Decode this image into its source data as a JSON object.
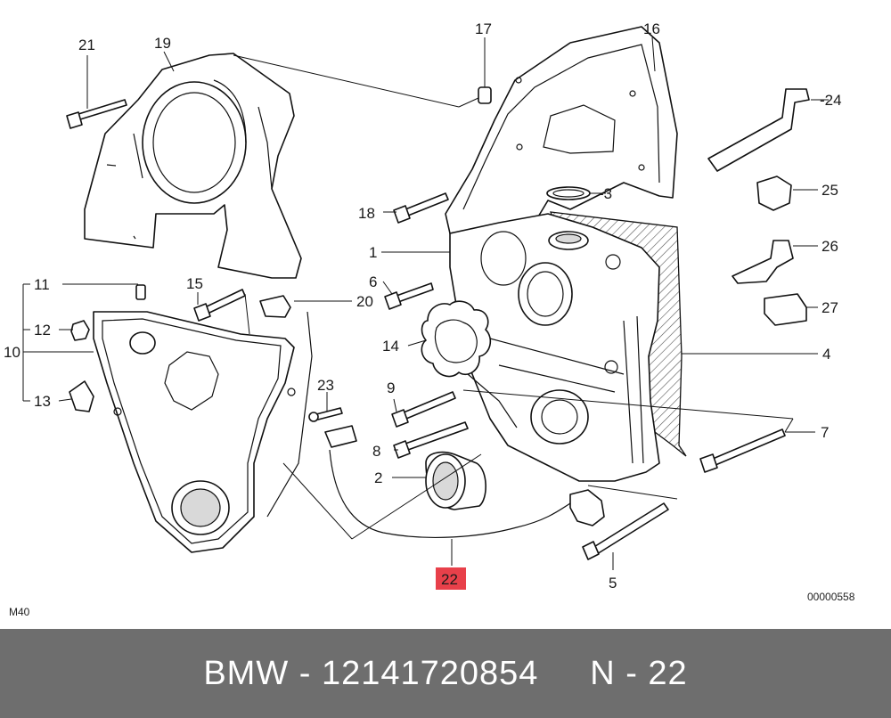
{
  "diagram": {
    "callouts": [
      {
        "id": "21",
        "text": "21"
      },
      {
        "id": "19",
        "text": "19"
      },
      {
        "id": "17",
        "text": "17"
      },
      {
        "id": "16",
        "text": "16"
      },
      {
        "id": "24",
        "text": "-24"
      },
      {
        "id": "25",
        "text": "25"
      },
      {
        "id": "3",
        "text": "-3"
      },
      {
        "id": "18",
        "text": "18"
      },
      {
        "id": "26",
        "text": "26"
      },
      {
        "id": "1",
        "text": "1"
      },
      {
        "id": "11",
        "text": "11"
      },
      {
        "id": "15",
        "text": "15"
      },
      {
        "id": "6",
        "text": "6"
      },
      {
        "id": "20",
        "text": "20"
      },
      {
        "id": "27",
        "text": "27"
      },
      {
        "id": "12",
        "text": "12"
      },
      {
        "id": "10",
        "text": "10"
      },
      {
        "id": "14",
        "text": "14"
      },
      {
        "id": "4",
        "text": "4"
      },
      {
        "id": "23",
        "text": "23"
      },
      {
        "id": "9",
        "text": "9"
      },
      {
        "id": "13",
        "text": "13"
      },
      {
        "id": "7",
        "text": "7"
      },
      {
        "id": "8",
        "text": "8"
      },
      {
        "id": "2",
        "text": "2"
      },
      {
        "id": "22",
        "text": "22"
      },
      {
        "id": "5",
        "text": "5"
      }
    ],
    "highlighted_part": "22",
    "highlight_color": "#e8404a",
    "model_code": "M40",
    "drawing_number": "00000558"
  },
  "footer": {
    "brand": "BMW",
    "part_number": "12141720854",
    "position_label": "N - 22",
    "text": "BMW - 12141720854     N - 22",
    "background_color": "#6e6e6e"
  }
}
